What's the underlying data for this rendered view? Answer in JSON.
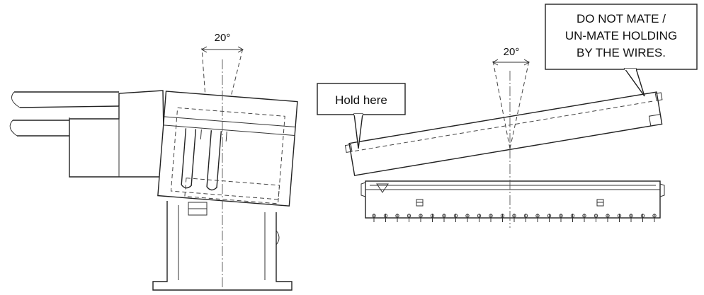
{
  "left_view": {
    "angle_label": "20°"
  },
  "right_view": {
    "angle_label": "20°",
    "hold_callout": "Hold here",
    "warning_callout": {
      "line1": "DO NOT MATE /",
      "line2": "UN-MATE HOLDING",
      "line3": "BY THE WIRES."
    }
  },
  "colors": {
    "line": "#222222",
    "background": "#ffffff"
  }
}
